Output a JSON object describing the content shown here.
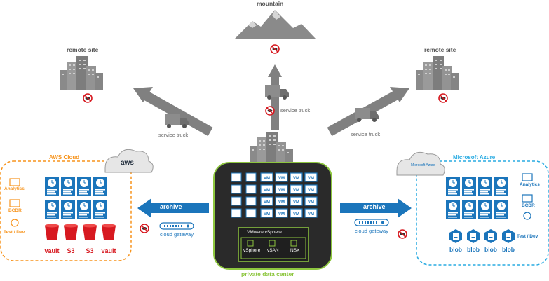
{
  "labels": {
    "mountain": "mountain",
    "remote_site_left": "remote site",
    "remote_site_right": "remote site",
    "service_truck_left": "service truck",
    "service_truck_center": "service truck",
    "service_truck_right": "service truck",
    "aws_cloud": "AWS Cloud",
    "microsoft_azure": "Microsoft Azure",
    "aws_logo": "aws",
    "azure_logo": "Microsoft Azure",
    "archive_left": "archive",
    "archive_right": "archive",
    "cloud_gateway_left": "cloud gateway",
    "cloud_gateway_right": "cloud gateway",
    "private_data_center": "private data center"
  },
  "aws_side": [
    "Analytics",
    "BCDR",
    "Test / Dev"
  ],
  "azure_side": [
    "Analytics",
    "BCDR",
    "Test / Dev"
  ],
  "aws_storage": [
    "vault",
    "S3",
    "S3",
    "vault"
  ],
  "azure_storage": [
    "blob",
    "blob",
    "blob",
    "blob"
  ],
  "vm_label": "VM",
  "vsphere": {
    "title": "VMware vSphere",
    "components": [
      "vSphere",
      "vSAN",
      "NSX"
    ]
  },
  "colors": {
    "aws_orange": "#f7941d",
    "azure_blue": "#29abe2",
    "archive_blue": "#1b75bb",
    "green": "#8dc63f",
    "grey": "#7a7a7a",
    "dark": "#333333",
    "red": "#d71920"
  }
}
